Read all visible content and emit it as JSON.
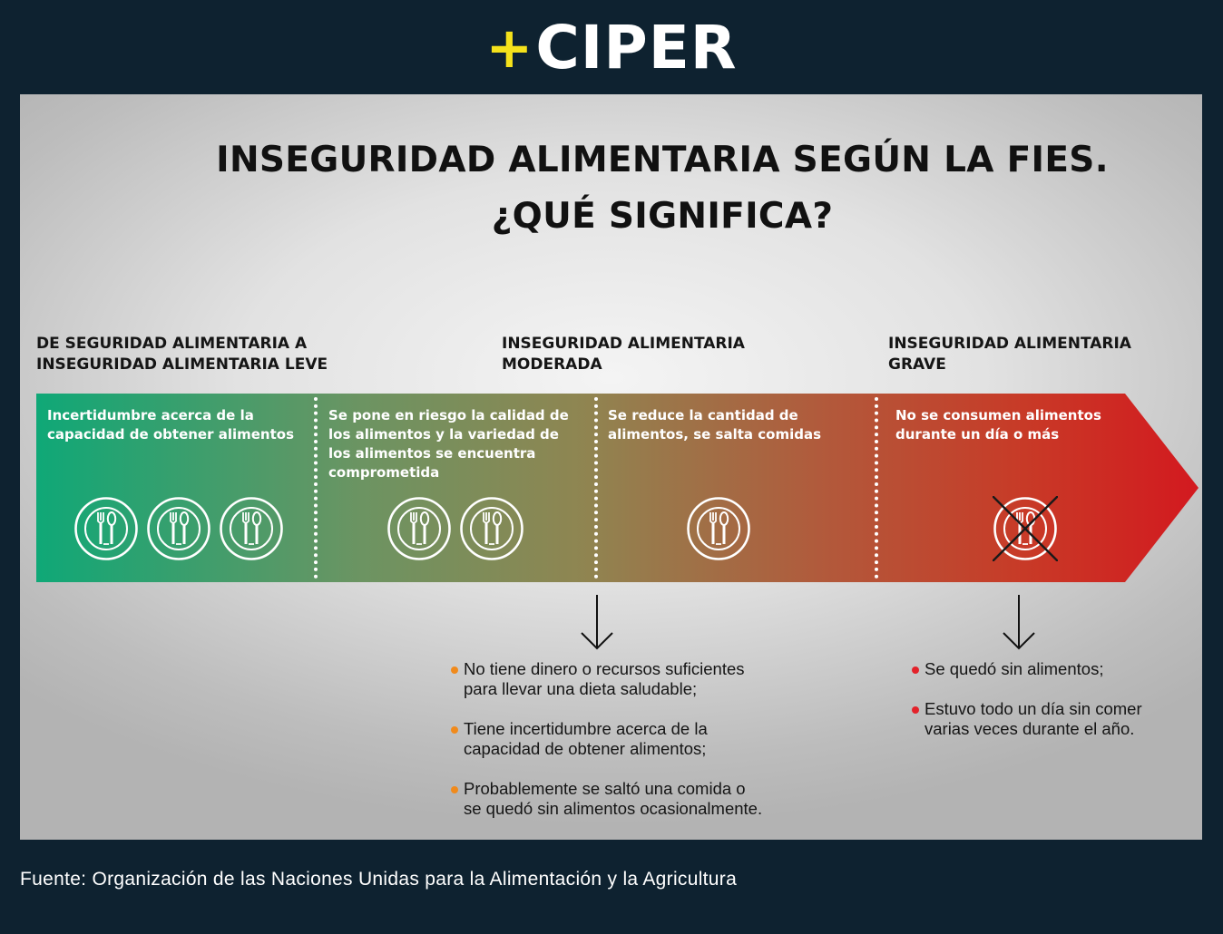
{
  "logo": {
    "plus": "+",
    "name": "CIPER"
  },
  "title": {
    "line1": "INSEGURIDAD ALIMENTARIA SEGÚN LA FIES.",
    "line2": "¿QUÉ SIGNIFICA?"
  },
  "categories": [
    {
      "line1": "DE SEGURIDAD ALIMENTARIA A",
      "line2": "INSEGURIDAD ALIMENTARIA LEVE"
    },
    {
      "line1": "INSEGURIDAD ALIMENTARIA",
      "line2": "MODERADA"
    },
    {
      "line1": "INSEGURIDAD ALIMENTARIA",
      "line2": "GRAVE"
    }
  ],
  "segments": [
    {
      "lines": [
        "Incertidumbre acerca de la",
        "capacidad de obtener alimentos"
      ],
      "plates": 3
    },
    {
      "lines": [
        "Se pone en riesgo la calidad de",
        "los alimentos y la variedad de",
        "los alimentos se encuentra",
        "comprometida"
      ],
      "plates": 2
    },
    {
      "lines": [
        "Se reduce la cantidad de",
        "alimentos, se salta comidas"
      ],
      "plates": 1
    },
    {
      "lines": [
        "No se consumen alimentos",
        "durante un día o más"
      ],
      "plates": 1
    }
  ],
  "plate_icon": "plate-fork-spoon-icon",
  "crossed_icon": "crossed-plate-icon",
  "colors": {
    "green": "#0fa877",
    "olive": "#8a8a55",
    "orange": "#b2593b",
    "red": "#d3191f",
    "bullet_orange": "#f08a1c",
    "bullet_red": "#e3222a"
  },
  "moderate_bullets": [
    {
      "lines": [
        "No tiene dinero o recursos suficientes",
        "para llevar una dieta saludable;"
      ]
    },
    {
      "lines": [
        "Tiene incertidumbre acerca de la",
        "capacidad de obtener alimentos;"
      ]
    },
    {
      "lines": [
        "Probablemente se saltó una comida o",
        "se quedó sin alimentos ocasionalmente."
      ]
    }
  ],
  "grave_bullets": [
    {
      "lines": [
        "Se quedó sin alimentos;"
      ]
    },
    {
      "lines": [
        "Estuvo todo un día sin comer",
        "varias veces durante el año."
      ]
    }
  ],
  "source": "Fuente: Organización de las Naciones Unidas para la Alimentación y la Agricultura"
}
